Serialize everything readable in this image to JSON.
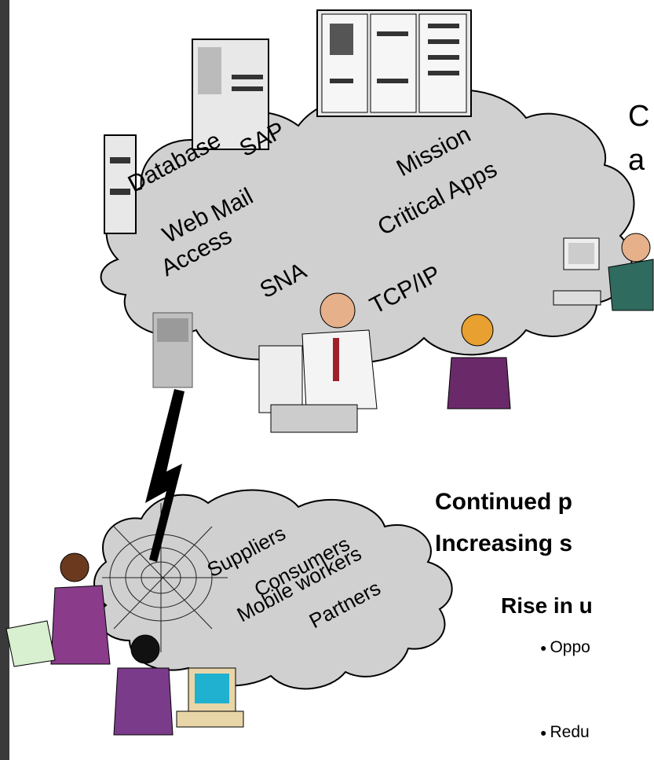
{
  "top_cloud": {
    "labels": {
      "database": "Database",
      "sap": "SAP",
      "mission": "Mission",
      "critical_apps": "Critical Apps",
      "web": "Web",
      "mail": "Mail",
      "access": "Access",
      "sna": "SNA",
      "tcpip": "TCP/IP"
    }
  },
  "bottom_cloud": {
    "labels": {
      "suppliers": "Suppliers",
      "consumers": "Consumers",
      "mobile_workers": "Mobile workers",
      "partners": "Partners"
    }
  },
  "right_text": {
    "edge_line1": "C",
    "edge_line2": "a",
    "heading_line1": "Continued p",
    "heading_line2": "Increasing s",
    "subheading": "Rise in u",
    "bullets": [
      "Oppo",
      "Redu"
    ]
  },
  "colors": {
    "cloud_fill": "#d0d0d0",
    "cloud_stroke": "#000000",
    "sidebar": "#3a3a3a",
    "lightning": "#000000"
  }
}
